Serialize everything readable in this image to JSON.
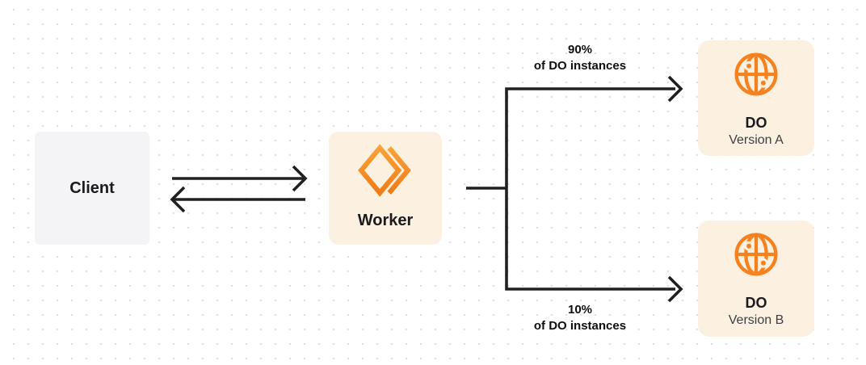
{
  "nodes": {
    "client": {
      "label": "Client"
    },
    "worker": {
      "label": "Worker",
      "icon": "workers-logo-icon"
    },
    "do_version_a": {
      "title": "DO",
      "subtitle": "Version A",
      "icon": "globe-icon"
    },
    "do_version_b": {
      "title": "DO",
      "subtitle": "Version B",
      "icon": "globe-icon"
    }
  },
  "edges": {
    "split_top": {
      "percent": "90%",
      "caption": "of DO instances"
    },
    "split_bottom": {
      "percent": "10%",
      "caption": "of DO instances"
    }
  },
  "colors": {
    "accent_orange": "#F6821F",
    "worker_gradient_light": "#F9A339",
    "worker_gradient_dark": "#EF7B17",
    "node_cream": "#FCF1E1",
    "client_gray": "#F4F4F6",
    "line_black": "#202020",
    "dot_grid": "#E2E2E6"
  }
}
